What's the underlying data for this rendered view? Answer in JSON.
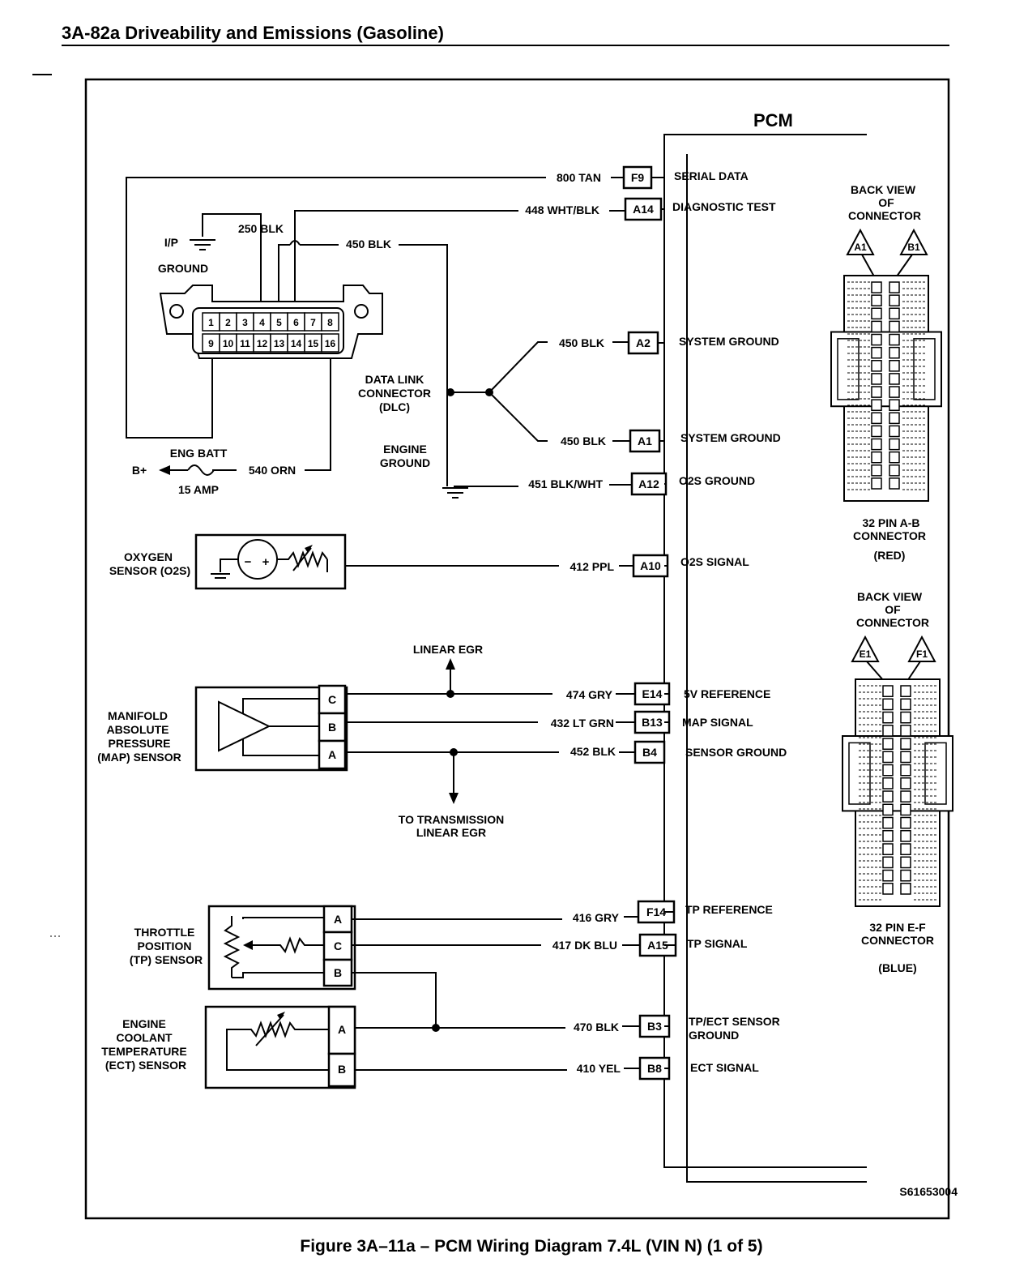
{
  "header": {
    "title": "3A-82a  Driveability and Emissions (Gasoline)"
  },
  "caption": "Figure 3A–11a – PCM Wiring Diagram 7.4L (VIN N) (1 of 5)",
  "diagram_id": "S61653004",
  "pcm": {
    "title": "PCM",
    "pins": [
      {
        "wire": "800 TAN",
        "pin": "F9",
        "function": "SERIAL DATA"
      },
      {
        "wire": "448 WHT/BLK",
        "pin": "A14",
        "function": "DIAGNOSTIC TEST"
      },
      {
        "wire": "450 BLK",
        "pin": "A2",
        "function": "SYSTEM GROUND"
      },
      {
        "wire": "450 BLK",
        "pin": "A1",
        "function": "SYSTEM GROUND"
      },
      {
        "wire": "451 BLK/WHT",
        "pin": "A12",
        "function": "O2S GROUND"
      },
      {
        "wire": "412 PPL",
        "pin": "A10",
        "function": "O2S SIGNAL"
      },
      {
        "wire": "474 GRY",
        "pin": "E14",
        "function": "5V REFERENCE"
      },
      {
        "wire": "432 LT GRN",
        "pin": "B13",
        "function": "MAP SIGNAL"
      },
      {
        "wire": "452 BLK",
        "pin": "B4",
        "function": "SENSOR GROUND"
      },
      {
        "wire": "416 GRY",
        "pin": "F14",
        "function": "TP REFERENCE"
      },
      {
        "wire": "417 DK BLU",
        "pin": "A15",
        "function": "TP SIGNAL"
      },
      {
        "wire": "470 BLK",
        "pin": "B3",
        "function": "TP/ECT SENSOR",
        "function2": "GROUND"
      },
      {
        "wire": "410 YEL",
        "pin": "B8",
        "function": "ECT SIGNAL"
      }
    ]
  },
  "dlc": {
    "label": [
      "DATA LINK",
      "CONNECTOR",
      "(DLC)"
    ],
    "pins_top": [
      "1",
      "2",
      "3",
      "4",
      "5",
      "6",
      "7",
      "8"
    ],
    "pins_bottom": [
      "9",
      "10",
      "11",
      "12",
      "13",
      "14",
      "15",
      "16"
    ],
    "wire_250": "250 BLK",
    "wire_450": "450 BLK",
    "ip_ground": [
      "I/P",
      "GROUND"
    ],
    "engine_ground": [
      "ENGINE",
      "GROUND"
    ],
    "eng_batt": "ENG BATT",
    "b_plus": "B+",
    "fuse": "15 AMP",
    "wire_540": "540 ORN"
  },
  "sensors": {
    "o2s": [
      "OXYGEN",
      "SENSOR (O2S)"
    ],
    "map": [
      "MANIFOLD",
      "ABSOLUTE",
      "PRESSURE",
      "(MAP) SENSOR"
    ],
    "map_pins": [
      "C",
      "B",
      "A"
    ],
    "tp": [
      "THROTTLE",
      "POSITION",
      "(TP) SENSOR"
    ],
    "tp_pins": [
      "A",
      "C",
      "B"
    ],
    "ect": [
      "ENGINE",
      "COOLANT",
      "TEMPERATURE",
      "(ECT) SENSOR"
    ],
    "ect_pins": [
      "A",
      "B"
    ],
    "linear_egr": "LINEAR EGR",
    "to_trans": [
      "TO TRANSMISSION",
      "LINEAR EGR"
    ]
  },
  "connectors": {
    "ab": {
      "back_view": [
        "BACK VIEW",
        "OF",
        "CONNECTOR"
      ],
      "pin_labels": [
        "A1",
        "B1"
      ],
      "name": [
        "32  PIN A-B",
        "CONNECTOR",
        "(RED)"
      ]
    },
    "ef": {
      "back_view": [
        "BACK VIEW",
        "OF",
        "CONNECTOR"
      ],
      "pin_labels": [
        "E1",
        "F1"
      ],
      "name": [
        "32  PIN E-F",
        "CONNECTOR",
        "(BLUE)"
      ]
    }
  }
}
